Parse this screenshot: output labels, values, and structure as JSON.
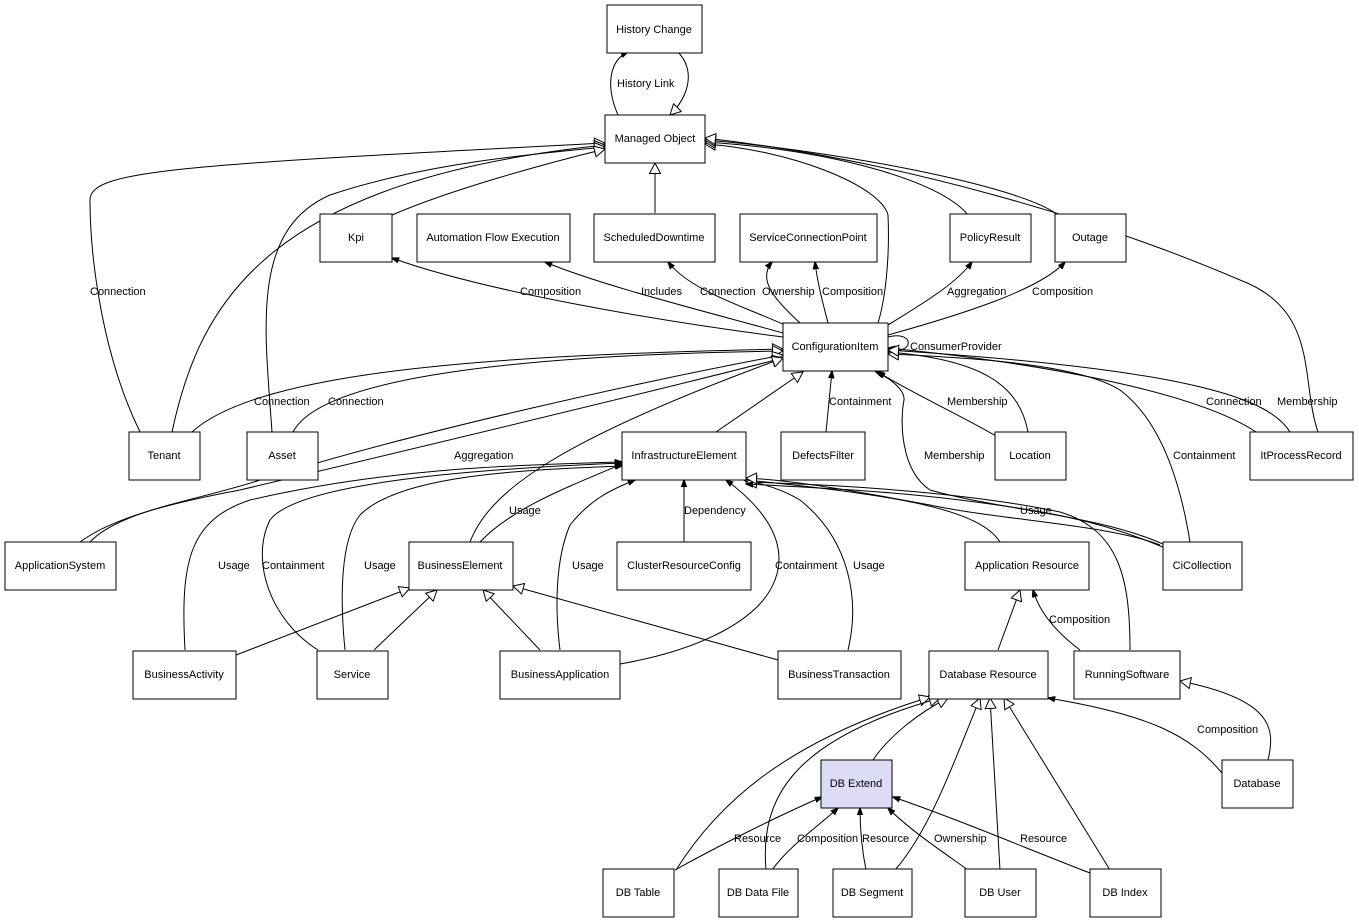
{
  "diagram": {
    "nodes": [
      {
        "id": "history_change",
        "label": "History Change"
      },
      {
        "id": "managed_object",
        "label": "Managed Object"
      },
      {
        "id": "kpi",
        "label": "Kpi"
      },
      {
        "id": "automation_flow",
        "label": "Automation Flow Execution"
      },
      {
        "id": "scheduled_downtime",
        "label": "ScheduledDowntime"
      },
      {
        "id": "service_connection_point",
        "label": "ServiceConnectionPoint"
      },
      {
        "id": "policy_result",
        "label": "PolicyResult"
      },
      {
        "id": "outage",
        "label": "Outage"
      },
      {
        "id": "configuration_item",
        "label": "ConfigurationItem"
      },
      {
        "id": "tenant",
        "label": "Tenant"
      },
      {
        "id": "asset",
        "label": "Asset"
      },
      {
        "id": "infrastructure_element",
        "label": "InfrastructureElement"
      },
      {
        "id": "defects_filter",
        "label": "DefectsFilter"
      },
      {
        "id": "location",
        "label": "Location"
      },
      {
        "id": "itprocess_record",
        "label": "ItProcessRecord"
      },
      {
        "id": "application_system",
        "label": "ApplicationSystem"
      },
      {
        "id": "business_element",
        "label": "BusinessElement"
      },
      {
        "id": "cluster_resource_config",
        "label": "ClusterResourceConfig"
      },
      {
        "id": "application_resource",
        "label": "Application Resource"
      },
      {
        "id": "ci_collection",
        "label": "CiCollection"
      },
      {
        "id": "business_activity",
        "label": "BusinessActivity"
      },
      {
        "id": "service",
        "label": "Service"
      },
      {
        "id": "business_application",
        "label": "BusinessApplication"
      },
      {
        "id": "business_transaction",
        "label": "BusinessTransaction"
      },
      {
        "id": "database_resource",
        "label": "Database Resource"
      },
      {
        "id": "running_software",
        "label": "RunningSoftware"
      },
      {
        "id": "db_extend",
        "label": "DB Extend"
      },
      {
        "id": "database",
        "label": "Database"
      },
      {
        "id": "db_table",
        "label": "DB Table"
      },
      {
        "id": "db_data_file",
        "label": "DB Data File"
      },
      {
        "id": "db_segment",
        "label": "DB Segment"
      },
      {
        "id": "db_user",
        "label": "DB User"
      },
      {
        "id": "db_index",
        "label": "DB Index"
      }
    ],
    "edge_labels": [
      "History Link",
      "Connection",
      "Composition",
      "Includes",
      "Connection",
      "Ownership",
      "Composition",
      "Aggregation",
      "Composition",
      "ConsumerProvider",
      "Connection",
      "Connection",
      "Containment",
      "Membership",
      "Connection",
      "Membership",
      "Aggregation",
      "Membership",
      "Containment",
      "Usage",
      "Dependency",
      "Usage",
      "Usage",
      "Containment",
      "Usage",
      "Usage",
      "Containment",
      "Usage",
      "Composition",
      "Composition",
      "Resource",
      "Composition",
      "Resource",
      "Ownership",
      "Resource"
    ]
  }
}
